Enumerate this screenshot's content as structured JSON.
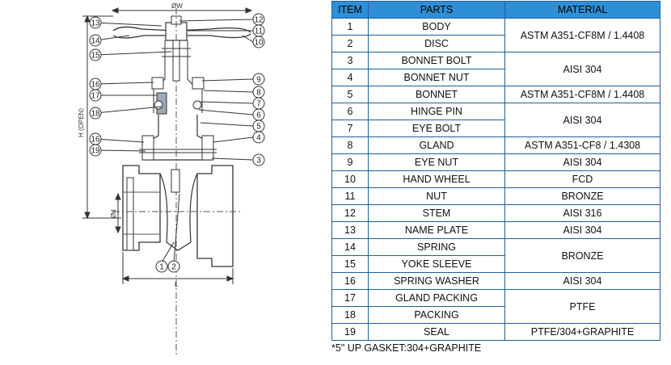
{
  "drawing": {
    "dimension_labels": {
      "width": "ØW",
      "height": "H (OPEN)",
      "bore": "Ød",
      "length": "L"
    },
    "callouts_left": [
      "13",
      "14",
      "15",
      "16",
      "17",
      "18",
      "16",
      "19"
    ],
    "callouts_right": [
      "12",
      "11",
      "10",
      "9",
      "8",
      "7",
      "6",
      "5",
      "4",
      "3"
    ],
    "callouts_bottom": [
      "1",
      "2"
    ]
  },
  "table": {
    "headers": [
      "ITEM",
      "PARTS",
      "MATERIAL"
    ],
    "rows": [
      {
        "item": "1",
        "part": "BODY"
      },
      {
        "item": "2",
        "part": "DISC"
      },
      {
        "item": "3",
        "part": "BONNET BOLT"
      },
      {
        "item": "4",
        "part": "BONNET NUT"
      },
      {
        "item": "5",
        "part": "BONNET"
      },
      {
        "item": "6",
        "part": "HINGE PIN"
      },
      {
        "item": "7",
        "part": "EYE BOLT"
      },
      {
        "item": "8",
        "part": "GLAND"
      },
      {
        "item": "9",
        "part": "EYE NUT"
      },
      {
        "item": "10",
        "part": "HAND WHEEL"
      },
      {
        "item": "11",
        "part": "NUT"
      },
      {
        "item": "12",
        "part": "STEM"
      },
      {
        "item": "13",
        "part": "NAME PLATE"
      },
      {
        "item": "14",
        "part": "SPRING"
      },
      {
        "item": "15",
        "part": "YOKE SLEEVE"
      },
      {
        "item": "16",
        "part": "SPRING WASHER"
      },
      {
        "item": "17",
        "part": "GLAND PACKING"
      },
      {
        "item": "18",
        "part": "PACKING"
      },
      {
        "item": "19",
        "part": "SEAL"
      }
    ],
    "materials": [
      {
        "value": "ASTM A351-CF8M / 1.4408",
        "rowspan": 2
      },
      {
        "value": "AISI 304",
        "rowspan": 2
      },
      {
        "value": "ASTM A351-CF8M / 1.4408",
        "rowspan": 1
      },
      {
        "value": "AISI 304",
        "rowspan": 2
      },
      {
        "value": "ASTM A351-CF8 / 1.4308",
        "rowspan": 1
      },
      {
        "value": "AISI 304",
        "rowspan": 1
      },
      {
        "value": "FCD",
        "rowspan": 1
      },
      {
        "value": "BRONZE",
        "rowspan": 1
      },
      {
        "value": "AISI 316",
        "rowspan": 1
      },
      {
        "value": "AISI 304",
        "rowspan": 1
      },
      {
        "value": "BRONZE",
        "rowspan": 2
      },
      {
        "value": "AISI 304",
        "rowspan": 1
      },
      {
        "value": "PTFE",
        "rowspan": 2
      },
      {
        "value": "PTFE/304+GRAPHITE",
        "rowspan": 1
      }
    ]
  },
  "note": "*5\" UP GASKET:304+GRAPHITE"
}
